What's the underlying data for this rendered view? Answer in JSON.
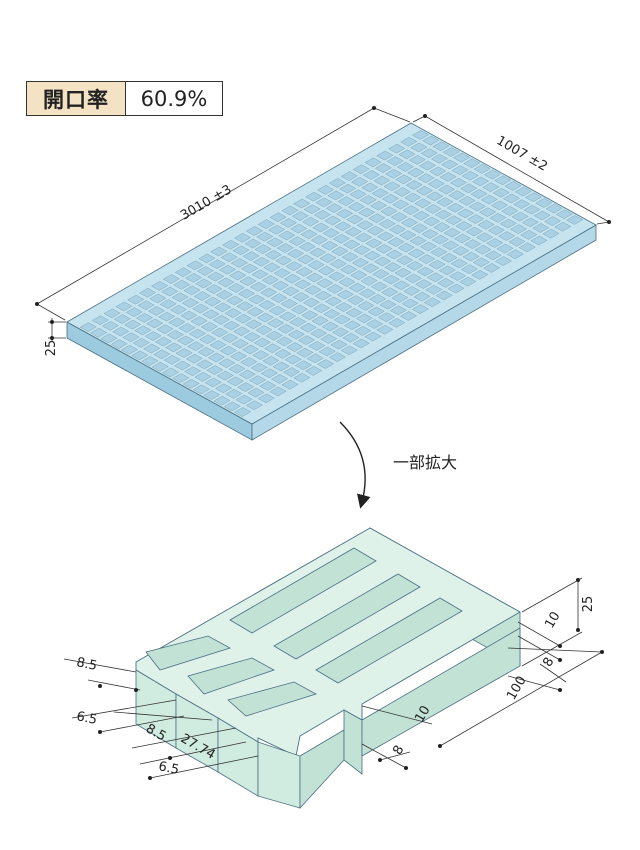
{
  "opening_ratio": {
    "label": "開口率",
    "value": "60.9%"
  },
  "panel_dimensions": {
    "length": "3010 ±3",
    "width": "1007 ±2",
    "height": "25"
  },
  "enlarged_label": "一部拡大",
  "detail_dimensions": {
    "d_8_5_top": "8.5",
    "d_6_5_left": "6.5",
    "d_8_5_mid": "8.5",
    "d_27_74": "27.74",
    "d_6_5_bottom": "6.5",
    "d_25": "25",
    "d_10_right": "10",
    "d_8_right": "8",
    "d_100": "100",
    "d_10_mid": "10",
    "d_8_bottom": "8"
  },
  "colors": {
    "panel_face": "#c6e4f0",
    "panel_side": "#9ccbe0",
    "detail_face": "#def2ea",
    "detail_side": "#c2e2d6",
    "outline": "#4a6f80",
    "label_bg": "#f3e3c4"
  }
}
